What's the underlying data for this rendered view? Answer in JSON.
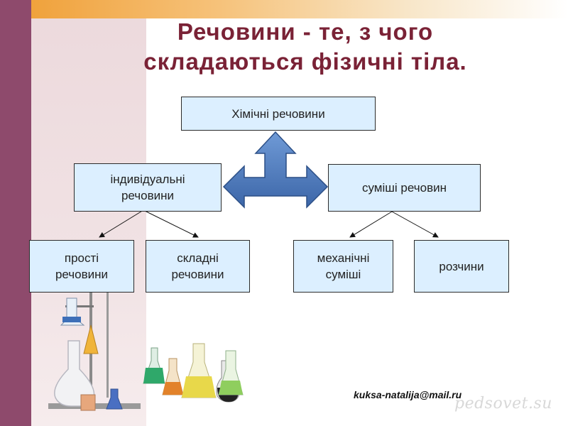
{
  "title": {
    "line1": "Речовини - те, з чого",
    "line2": "складаються фізичні тіла."
  },
  "nodes": {
    "root": "Хімічні речовини",
    "individual_line1": "індивідуальні",
    "individual_line2": "речовини",
    "mixtures": "суміші речовин",
    "simple_line1": "прості",
    "simple_line2": "речовини",
    "complex_line1": "складні",
    "complex_line2": "речовини",
    "mechanical_line1": "механічні",
    "mechanical_line2": "суміші",
    "solutions": "розчини"
  },
  "footer": {
    "email": "kuksa-natalija@mail.ru",
    "watermark": "pedsovet.su"
  },
  "colors": {
    "title": "#7a2236",
    "box_fill": "#dcefff",
    "arrow_fill": "#4a78b8",
    "stripe": "#8e4a6c"
  }
}
